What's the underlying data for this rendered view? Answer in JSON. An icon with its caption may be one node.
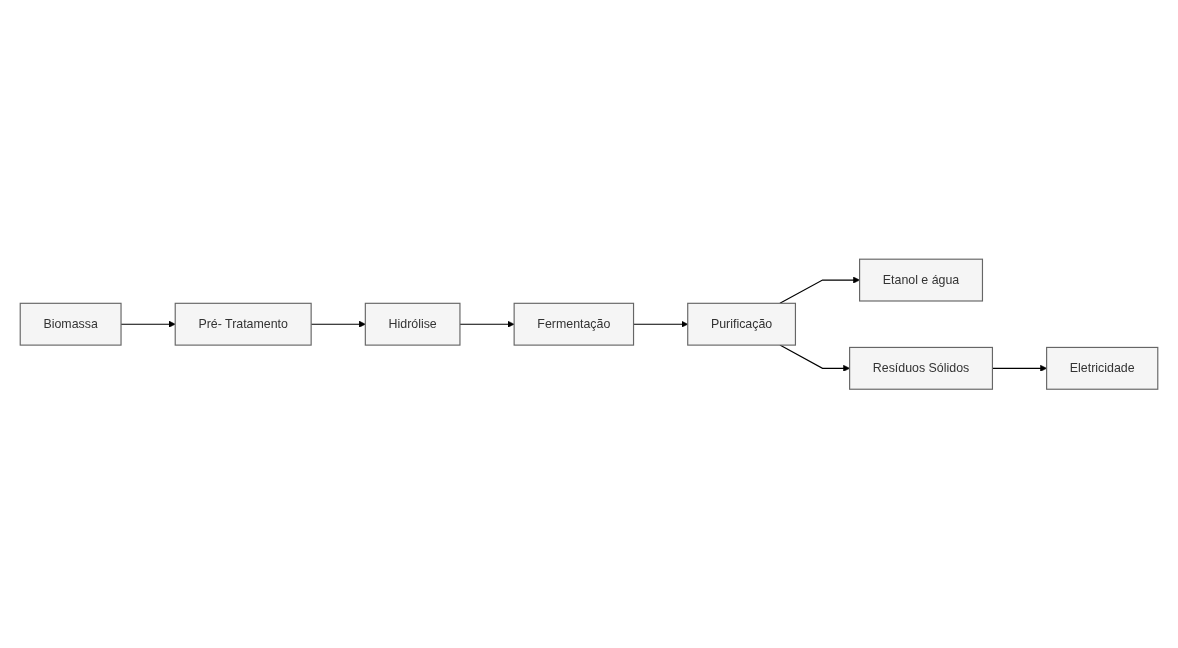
{
  "diagram": {
    "nodes": [
      {
        "text": [
          "Biomassa"
        ]
      },
      {
        "text": [
          "Pré- Tratamento"
        ]
      },
      {
        "text": [
          "Hidrólise"
        ]
      },
      {
        "text": [
          "Fermentação"
        ]
      },
      {
        "text": [
          "Purificação"
        ]
      },
      {
        "text": [
          "Etanol e água"
        ]
      },
      {
        "text": [
          "Resíduos Sólidos"
        ]
      },
      {
        "text": [
          "Eletricidade"
        ]
      }
    ],
    "edges": [
      {
        "from": 0,
        "to": 1,
        "arrow": "to"
      },
      {
        "from": 1,
        "to": 2,
        "arrow": "to"
      },
      {
        "from": 2,
        "to": 3,
        "arrow": "to"
      },
      {
        "from": 3,
        "to": 4,
        "arrow": "to"
      },
      {
        "from": 4,
        "to": 5,
        "arrow": "to"
      },
      {
        "from": 4,
        "to": 6,
        "arrow": "to"
      },
      {
        "from": 6,
        "to": 7,
        "arrow": "to"
      }
    ]
  }
}
